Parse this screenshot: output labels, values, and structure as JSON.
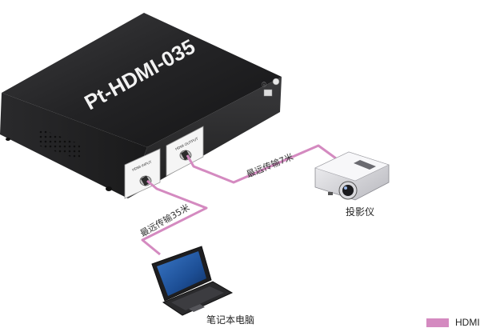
{
  "device": {
    "model": "Pt-HDMI-035",
    "port_in_label": "HDMI INPUT",
    "port_out_label": "HDMI OUTPUT"
  },
  "links": {
    "projector_link": "最远传输7米",
    "laptop_link": "最远传输35米"
  },
  "labels": {
    "projector": "投影仪",
    "laptop": "笔记本电脑"
  },
  "legend": {
    "hdmi_label": "HDMI",
    "hdmi_color": "#d48ac0"
  }
}
